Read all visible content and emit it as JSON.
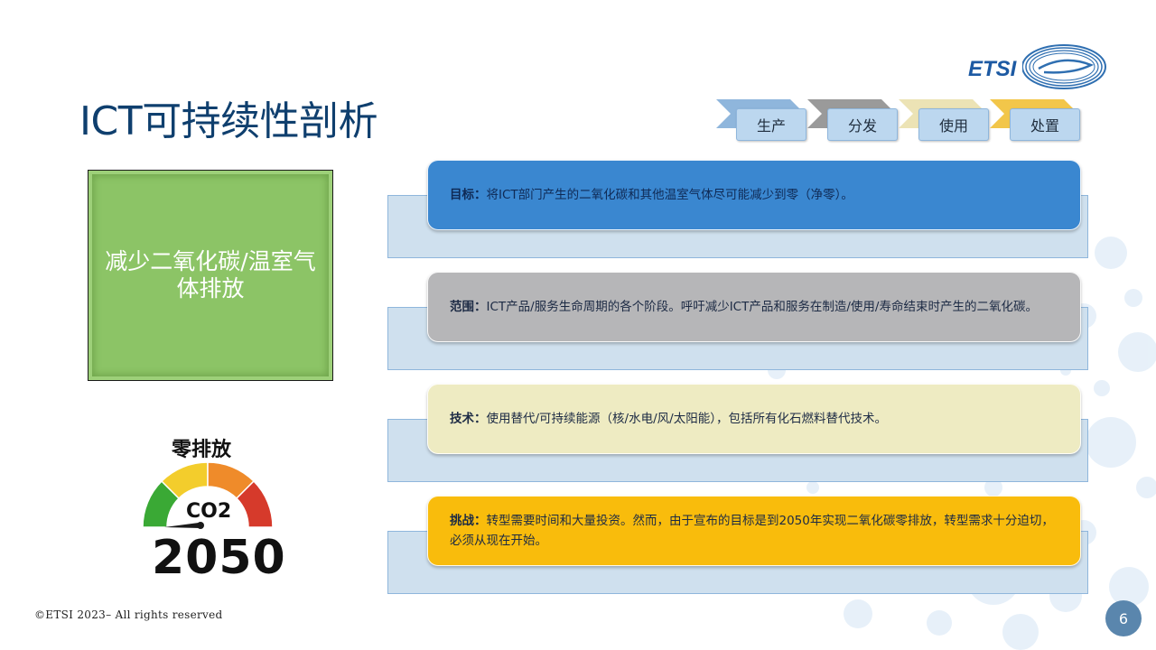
{
  "title": "ICT可持续性剖析",
  "logo": {
    "text": "ETSI"
  },
  "process_steps": [
    {
      "label": "生产",
      "color": "#8fb6dc"
    },
    {
      "label": "分发",
      "color": "#9a9a9a"
    },
    {
      "label": "使用",
      "color": "#ece3b5"
    },
    {
      "label": "处置",
      "color": "#f2c64a"
    }
  ],
  "green_tile": {
    "text": "减少二氧化碳/温室气体排放"
  },
  "gauge": {
    "title": "零排放",
    "label": "CO2",
    "year": "2050",
    "colors": [
      "#3aa935",
      "#f3cd2c",
      "#ef8b2a",
      "#d63a2b"
    ]
  },
  "rows": [
    {
      "heading": "目标：",
      "text": "将ICT部门产生的二氧化碳和其他温室气体尽可能减少到零（净零）。",
      "color": "#3a87d0",
      "text_color": "#0f2a55"
    },
    {
      "heading": "范围：",
      "text": "ICT产品/服务生命周期的各个阶段。呼吁减少ICT产品和服务在制造/使用/寿命结束时产生的二氧化碳。",
      "color": "#b6b6b8",
      "text_color": "#1c2a44"
    },
    {
      "heading": "技术：",
      "text": "使用替代/可持续能源（核/水电/风/太阳能），包括所有化石燃料替代技术。",
      "color": "#eeebc2",
      "text_color": "#1c2a44"
    },
    {
      "heading": "挑战：",
      "text": "转型需要时间和大量投资。然而，由于宣布的目标是到2050年实现二氧化碳零排放，转型需求十分迫切，必须从现在开始。",
      "color": "#f9bc0c",
      "text_color": "#1c2a44"
    }
  ],
  "footer": "©ETSI 2023– All rights reserved",
  "page_number": "6"
}
